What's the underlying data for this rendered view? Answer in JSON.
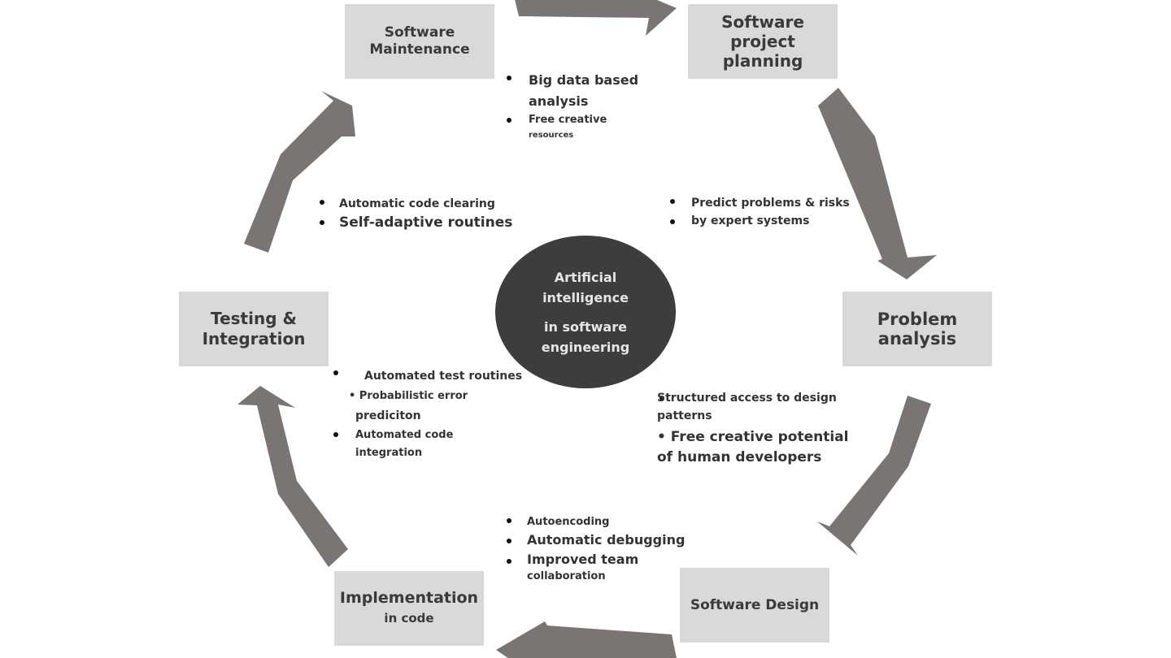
{
  "center": {
    "line1": "Artificial",
    "line2": "intelligence",
    "line3": "in software",
    "line4": "engineering"
  },
  "phases": {
    "maintenance": {
      "line1": "Software",
      "line2": "Maintenance"
    },
    "planning": {
      "line1": "Software project",
      "line2": "planning"
    },
    "problem": {
      "line1": "Problem analysis"
    },
    "design": {
      "line1": "Software Design"
    },
    "implementation": {
      "line1": "Implementation",
      "line2": "in code"
    },
    "testing": {
      "line1": "Testing &",
      "line2": "Integration"
    }
  },
  "notes": {
    "maintenance_planning": {
      "item1_line1": "Big data based",
      "item1_line2": "analysis",
      "item2_line1": "Free creative",
      "item2_line2": "resources"
    },
    "planning_problem": {
      "line1": "Predict problems & risks",
      "line2": "by expert systems"
    },
    "problem_design": {
      "item1_line1": "Structured access to design",
      "item1_line2": "patterns",
      "item2_line1": "• Free creative potential",
      "item2_line2": "of human developers"
    },
    "design_implementation": {
      "item1": "Autoencoding",
      "item2": "Automatic debugging",
      "item3_line1": "Improved team",
      "item3_line2": "collaboration"
    },
    "implementation_testing": {
      "item1": "Automated test routines",
      "item2_line1": "• Probabilistic error",
      "item2_line2": "prediciton",
      "item3_line1": "Automated code",
      "item3_line2": "integration"
    },
    "testing_maintenance": {
      "item1": "Automatic code clearing",
      "item2": "Self-adaptive routines"
    }
  },
  "colors": {
    "arrow": "#7a7573",
    "phase_box": "#d9d9d9",
    "center_fill": "#3f3c3c",
    "center_text": "#e6e6e6",
    "text": "#333333"
  }
}
